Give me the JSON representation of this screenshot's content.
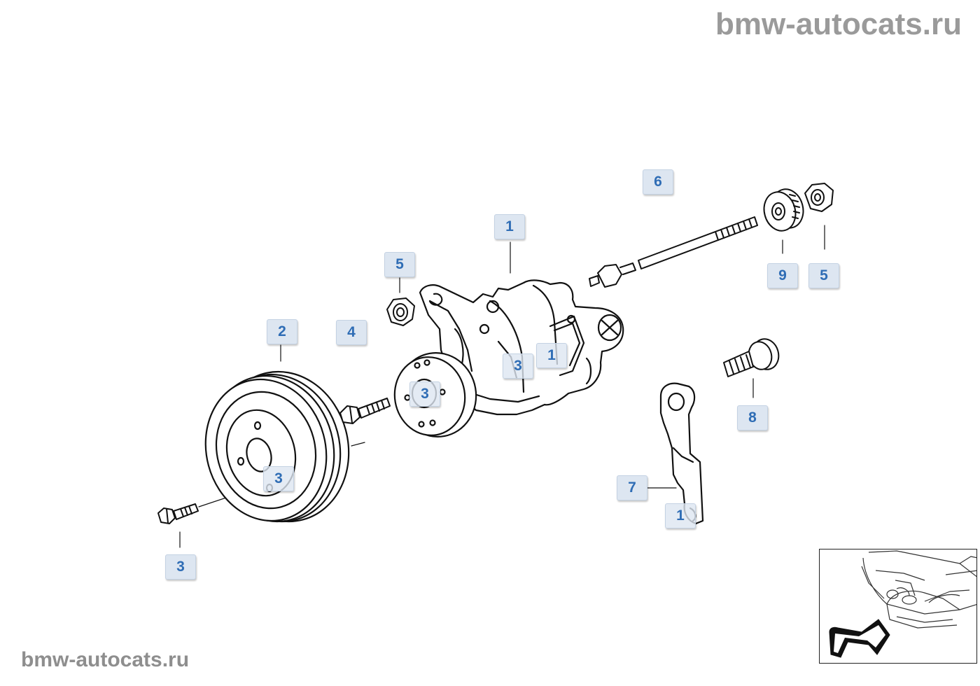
{
  "watermark": {
    "top": "bmw-autocats.ru",
    "bottom": "bmw-autocats.ru"
  },
  "diagram": {
    "title": "Power steering pump / pulley / mounting bracket exploded view",
    "callouts": [
      {
        "id": "callout-6",
        "label": "6"
      },
      {
        "id": "callout-1-pump",
        "label": "1"
      },
      {
        "id": "callout-5-left",
        "label": "5"
      },
      {
        "id": "callout-9",
        "label": "9"
      },
      {
        "id": "callout-5-right",
        "label": "5"
      },
      {
        "id": "callout-2",
        "label": "2"
      },
      {
        "id": "callout-4",
        "label": "4"
      },
      {
        "id": "callout-1-body",
        "label": "1"
      },
      {
        "id": "callout-3-body",
        "label": "3"
      },
      {
        "id": "callout-3-flange",
        "label": "3"
      },
      {
        "id": "callout-8",
        "label": "8"
      },
      {
        "id": "callout-3-pulley",
        "label": "3"
      },
      {
        "id": "callout-7",
        "label": "7"
      },
      {
        "id": "callout-1-bracket",
        "label": "1"
      },
      {
        "id": "callout-3-bolt",
        "label": "3"
      }
    ]
  },
  "inset": {
    "description_icon": "car-front-location-icon",
    "arrow_color": "#111111"
  }
}
